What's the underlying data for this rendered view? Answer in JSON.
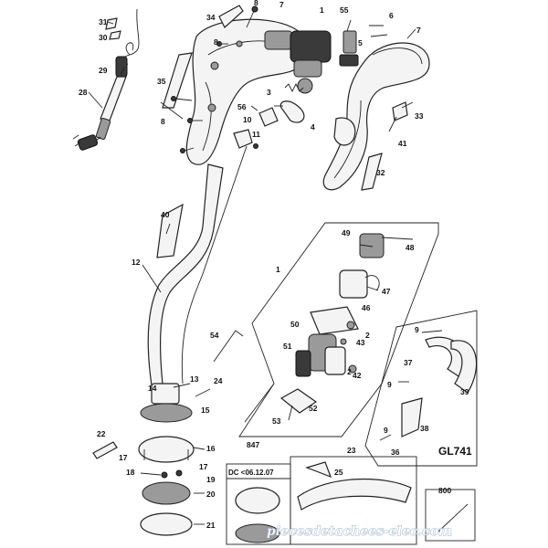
{
  "labels": {
    "l1": "1",
    "l2": "2",
    "l2b": "2",
    "l3": "3",
    "l4": "4",
    "l5": "5",
    "l6": "6",
    "l7": "7",
    "l7b": "7",
    "l8": "8",
    "l8b": "8",
    "l9a": "9",
    "l9b": "9",
    "l9c": "9",
    "l10": "10",
    "l11": "11",
    "l12": "12",
    "l13": "13",
    "l14": "14",
    "l15": "15",
    "l16": "16",
    "l17a": "17",
    "l17b": "17",
    "l18": "18",
    "l19": "19",
    "l20": "20",
    "l21": "21",
    "l22": "22",
    "l23": "23",
    "l24": "24",
    "l25": "25",
    "l28": "28",
    "l29": "29",
    "l30": "30",
    "l31": "31",
    "l32": "32",
    "l33": "33",
    "l34": "34",
    "l35": "35",
    "l36": "36",
    "l37": "37",
    "l38": "38",
    "l39": "39",
    "l40": "40",
    "l41": "41",
    "l42": "42",
    "l43": "43",
    "l46": "46",
    "l47": "47",
    "l48": "48",
    "l49": "49",
    "l50": "50",
    "l51": "51",
    "l52": "52",
    "l53": "53",
    "l54": "54",
    "l55": "55",
    "l56": "56",
    "l800": "800",
    "l847": "847",
    "l8c": "8",
    "l1b": "1"
  },
  "boxes": {
    "model": "GL741",
    "dc_note": "DC <06.12.07"
  },
  "watermark": "piecesdetachees-elec.com",
  "colors": {
    "ink": "#222222",
    "part_fill": "#f4f4f4",
    "watermark": "#6b8fb5"
  }
}
